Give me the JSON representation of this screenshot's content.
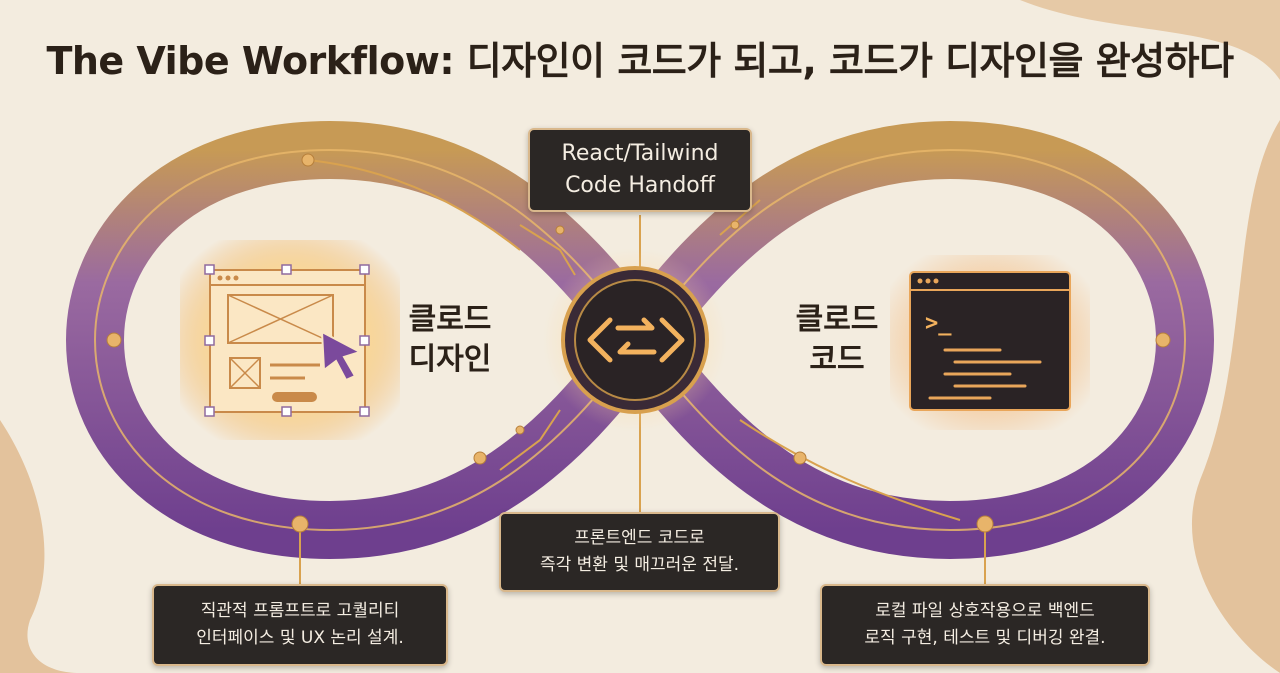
{
  "title": "The Vibe Workflow: 디자인이 코드가 되고, 코드가 디자인을 완성하다",
  "top_label": {
    "line1": "React/Tailwind",
    "line2": "Code Handoff"
  },
  "left_node": {
    "line1": "클로드",
    "line2": "디자인"
  },
  "right_node": {
    "line1": "클로드",
    "line2": "코드"
  },
  "center_caption": {
    "line1": "프론트엔드 코드로",
    "line2": "즉각 변환 및 매끄러운 전달."
  },
  "left_caption": {
    "line1": "직관적 프롬프트로 고퀄리티",
    "line2": "인터페이스 및 UX 논리 설계."
  },
  "right_caption": {
    "line1": "로컬 파일 상호작용으로 백엔드",
    "line2": "로직 구현, 테스트 및 디버깅 완결."
  },
  "terminal_prompt": ">_",
  "center_icon": "code-swap-icon",
  "colors": {
    "background": "#f3ecdf",
    "loop_purple": "#7e4d9b",
    "gold": "#d8a04e",
    "dark_box": "#2b2725"
  }
}
